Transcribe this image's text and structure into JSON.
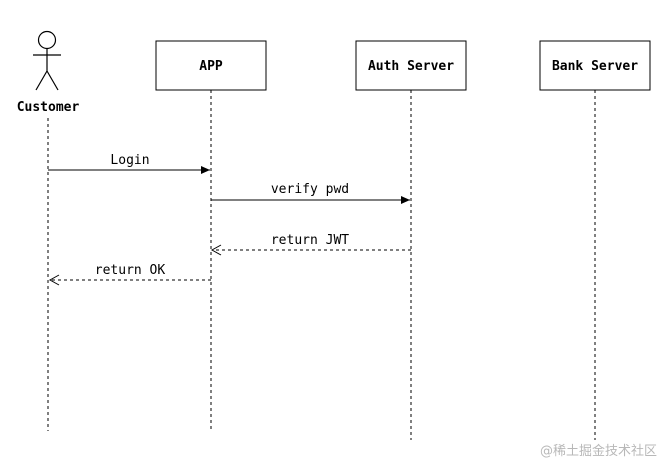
{
  "participants": [
    {
      "id": "customer",
      "label": "Customer",
      "kind": "actor"
    },
    {
      "id": "app",
      "label": "APP",
      "kind": "box"
    },
    {
      "id": "auth",
      "label": "Auth Server",
      "kind": "box"
    },
    {
      "id": "bank",
      "label": "Bank Server",
      "kind": "box"
    }
  ],
  "messages": [
    {
      "label": "Login",
      "from": "customer",
      "to": "app",
      "style": "solid"
    },
    {
      "label": "verify pwd",
      "from": "app",
      "to": "auth",
      "style": "solid"
    },
    {
      "label": "return JWT",
      "from": "auth",
      "to": "app",
      "style": "dashed"
    },
    {
      "label": "return OK",
      "from": "app",
      "to": "customer",
      "style": "dashed"
    }
  ],
  "watermark": "@稀土掘金技术社区"
}
